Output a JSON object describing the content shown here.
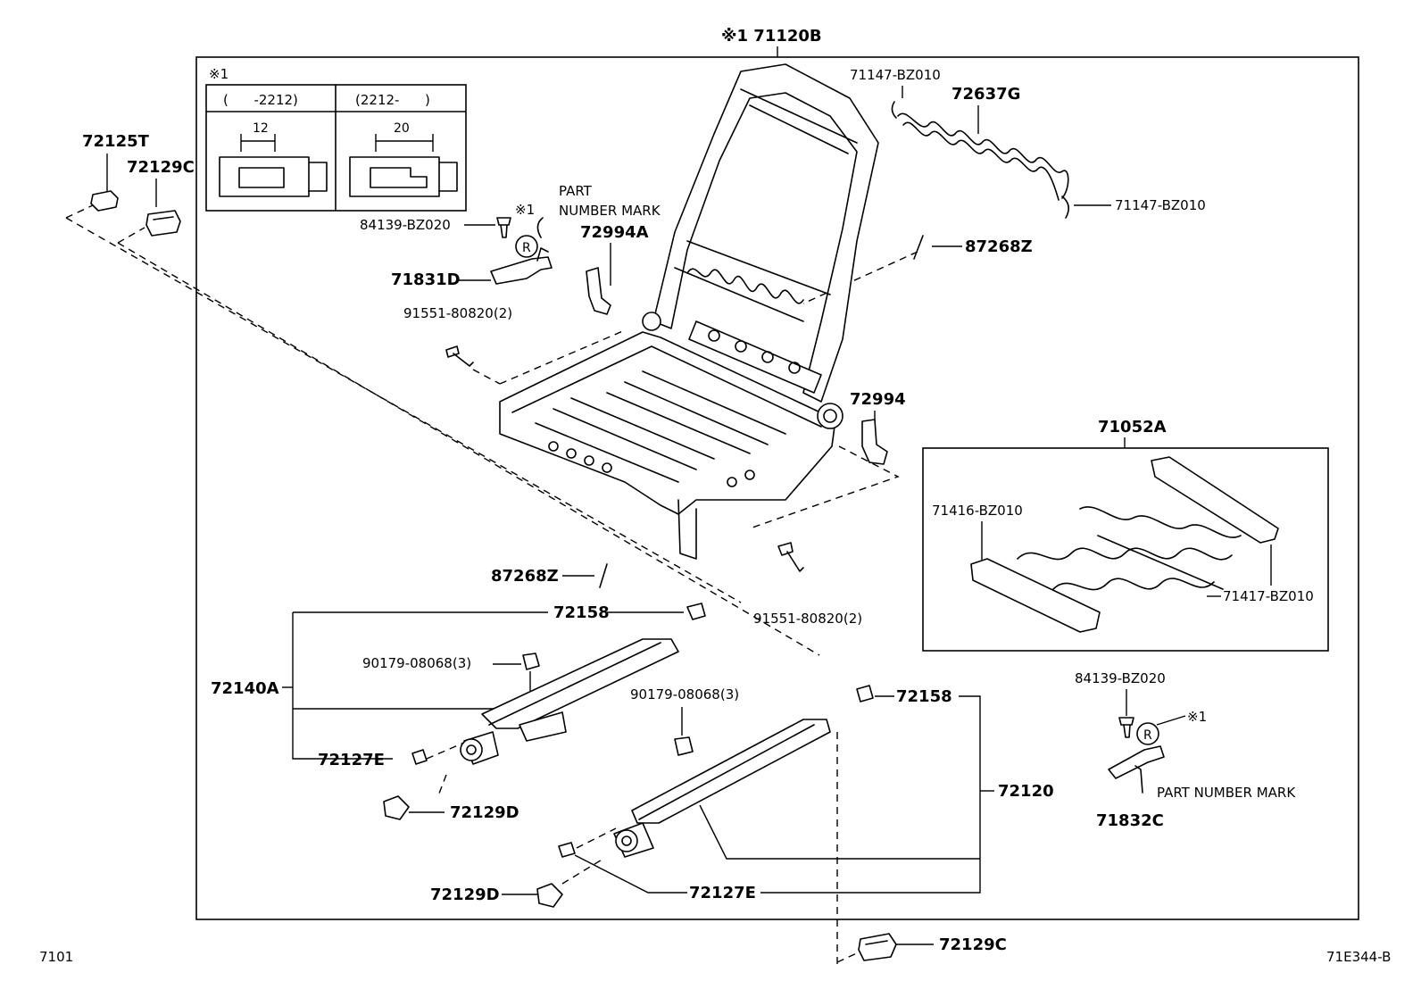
{
  "diagram": {
    "title": "※1 71120B",
    "footer_left": "7101",
    "footer_right": "71E344-B"
  },
  "inset": {
    "note": "※1",
    "col1_range": "(      -2212)",
    "col2_range": "(2212-      )",
    "col1_dim": "12",
    "col2_dim": "20"
  },
  "labels": {
    "p72125T": "72125T",
    "p72129C_a": "72129C",
    "p84139_a": "84139-BZ020",
    "p71831D": "71831D",
    "mark1_a": "※1",
    "pnm_a_1": "PART",
    "pnm_a_2": "NUMBER MARK",
    "p72994A": "72994A",
    "p91551_a": "91551-80820(2)",
    "p71147_a": "71147-BZ010",
    "p72637G": "72637G",
    "p71147_b": "71147-BZ010",
    "p87268Z_a": "87268Z",
    "p72994": "72994",
    "p71052A": "71052A",
    "p71416": "71416-BZ010",
    "p71417": "71417-BZ010",
    "p87268Z_b": "87268Z",
    "p91551_b": "91551-80820(2)",
    "p72158_a": "72158",
    "p90179_a": "90179-08068(3)",
    "p72140A": "72140A",
    "p72127E_a": "72127E",
    "p72129D_a": "72129D",
    "p90179_b": "90179-08068(3)",
    "p72158_b": "72158",
    "p72120": "72120",
    "p84139_b": "84139-BZ020",
    "mark1_b": "※1",
    "pnm_b": "PART NUMBER MARK",
    "p71832C": "71832C",
    "p72129D_b": "72129D",
    "p72127E_b": "72127E",
    "p72129C_b": "72129C"
  }
}
